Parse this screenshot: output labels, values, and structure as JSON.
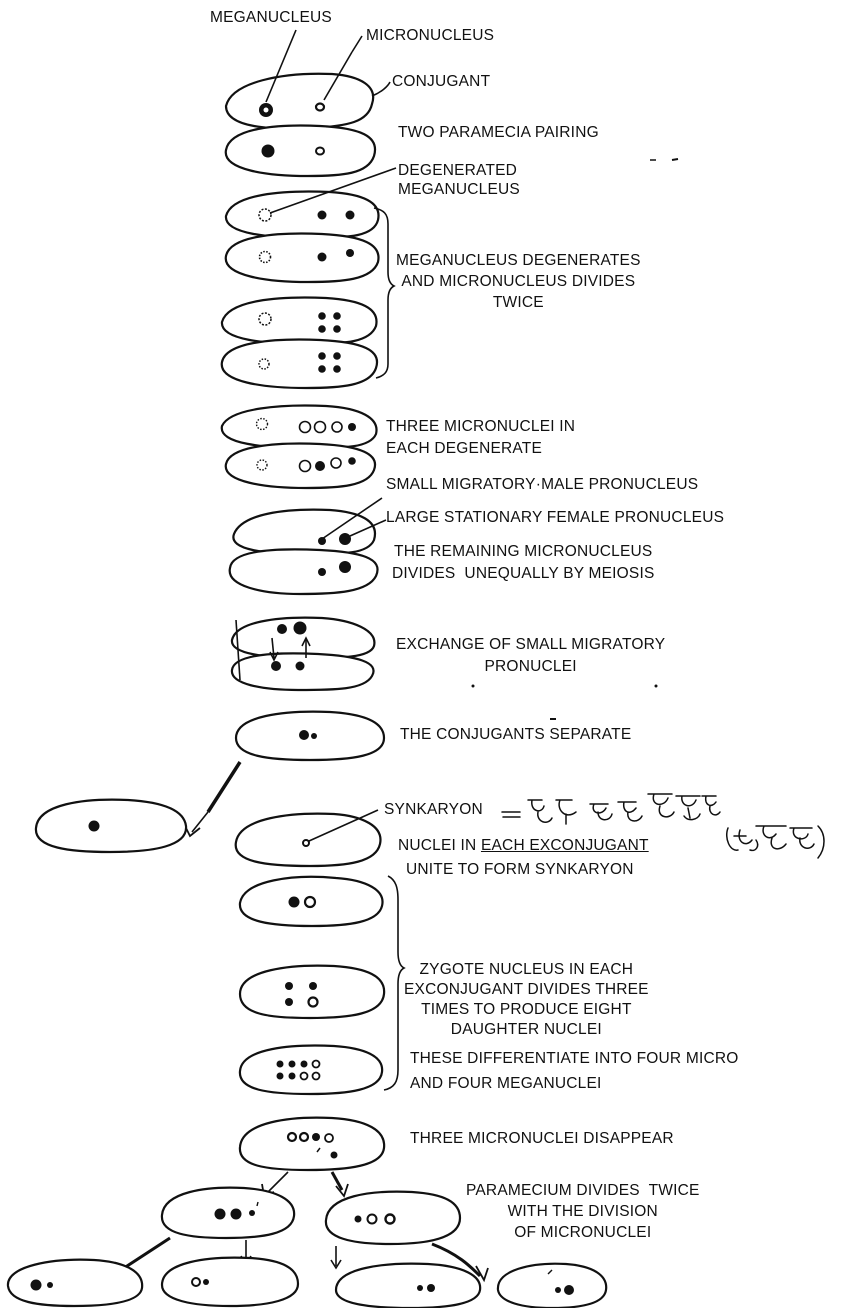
{
  "labels": {
    "meganucleus": "MEGANUCLEUS",
    "micronucleus": "MICRONUCLEUS",
    "conjugant": "CONJUGANT",
    "pairing": "TWO PARAMECIA PAIRING",
    "degenerated_meganucleus": "DEGENERATED\nMEGANUCLEUS",
    "degenerates_divides": "MEGANUCLEUS DEGENERATES\nAND MICRONUCLEUS DIVIDES\nTWICE",
    "three_micronuclei": "THREE MICRONUCLEI IN\nEACH DEGENERATE",
    "male_pronucleus": "SMALL MIGRATORY·MALE PRONUCLEUS",
    "female_pronucleus": "LARGE STATIONARY FEMALE PRONUCLEUS",
    "meiosis": "THE REMAINING MICRONUCLEUS\nDIVIDES  UNEQUALLY BY MEIOSIS",
    "exchange": "EXCHANGE OF SMALL MIGRATORY\nPRONUCLEI",
    "separate": "THE CONJUGANTS SEPARATE",
    "synkaryon": "SYNKARYON",
    "unite_line1_a": "NUCLEI IN ",
    "unite_line1_b": "EACH EXCONJUGANT",
    "unite_line2": "UNITE TO FORM SYNKARYON",
    "zygote": "ZYGOTE NUCLEUS IN EACH\nEXCONJUGANT DIVIDES THREE\nTIMES TO PRODUCE EIGHT\nDAUGHTER NUCLEI",
    "differentiate": "THESE DIFFERENTIATE INTO FOUR MICRO\nAND FOUR MEGANUCLEI",
    "disappear": "THREE MICRONUCLEI DISAPPEAR",
    "divides_twice": "PARAMECIUM DIVIDES  TWICE\nWITH THE DIVISION\nOF MICRONUCLEI"
  }
}
